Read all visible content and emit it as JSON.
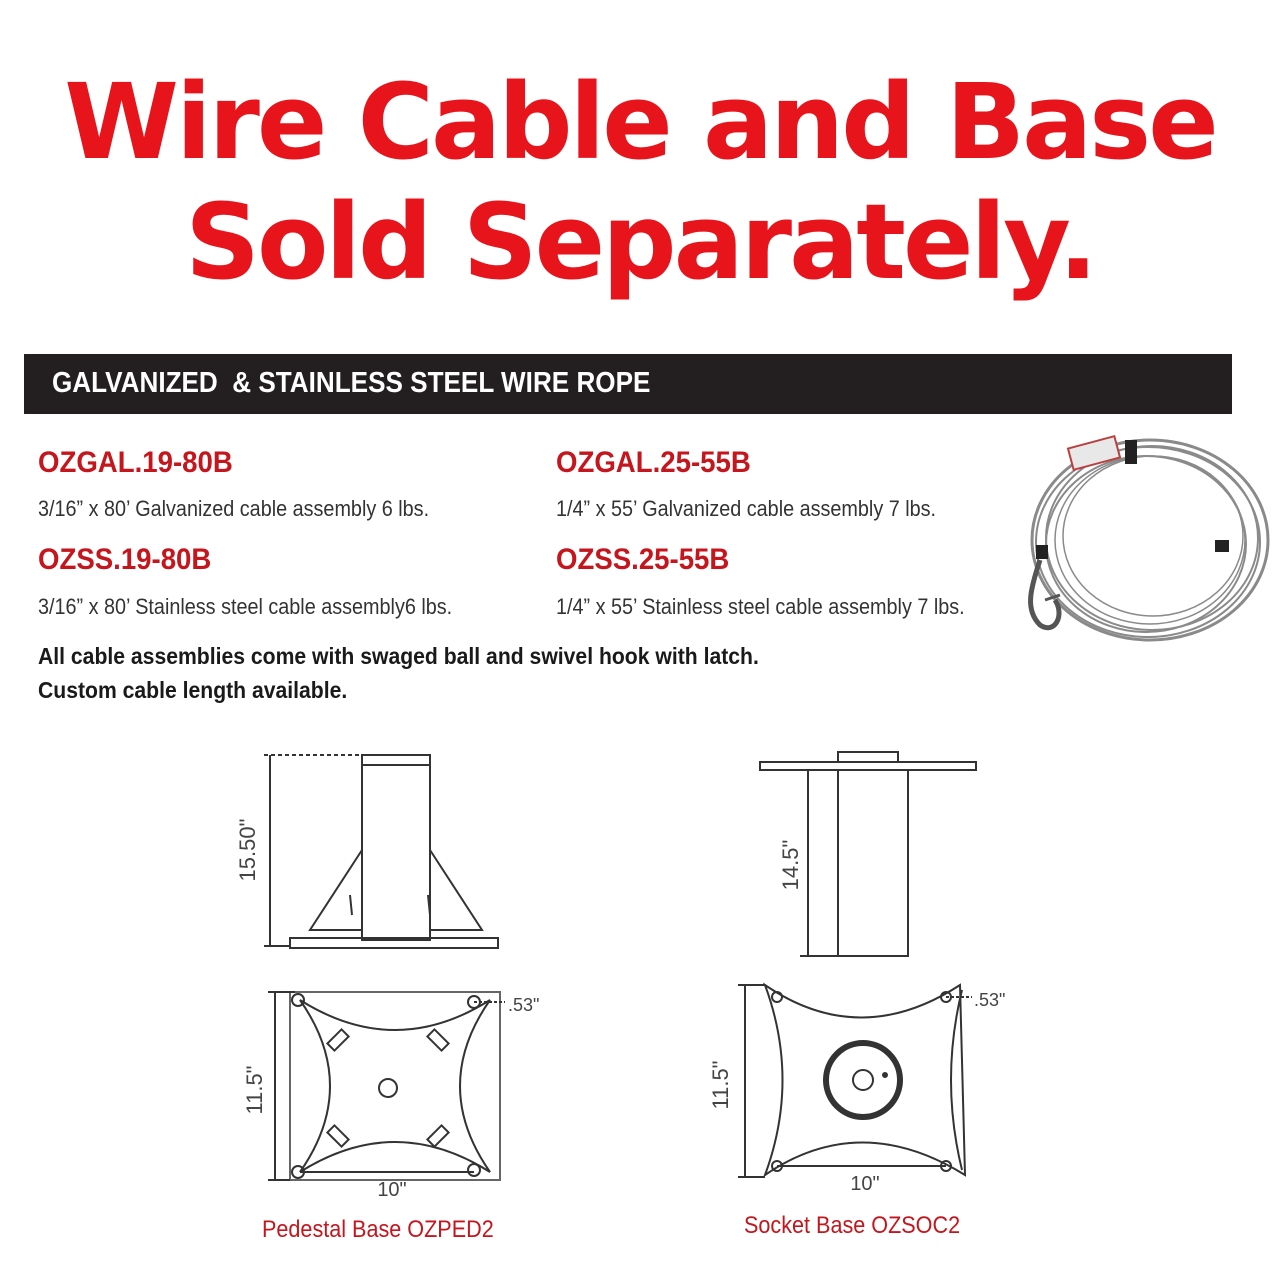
{
  "headline": {
    "line1": "Wire Cable and Base",
    "line2": "Sold Separately.",
    "color": "#e8141b"
  },
  "section": {
    "title": "GALVANIZED  & STAINLESS STEEL WIRE ROPE"
  },
  "products": [
    {
      "code": "OZGAL.19-80B",
      "desc": "3/16” x 80’ Galvanized cable assembly 6 lbs."
    },
    {
      "code": "OZGAL.25-55B",
      "desc": "1/4” x 55’ Galvanized cable assembly 7 lbs."
    },
    {
      "code": "OZSS.19-80B",
      "desc": "3/16” x 80’ Stainless steel cable assembly6 lbs."
    },
    {
      "code": "OZSS.25-55B",
      "desc": "1/4” x 55’ Stainless steel cable assembly 7 lbs."
    }
  ],
  "notes": {
    "line1": "All cable assemblies come with swaged ball and swivel hook with latch.",
    "line2": "Custom cable length available."
  },
  "diagrams": {
    "pedestal": {
      "height_label": "15.50\"",
      "plate_height_label": "11.5\"",
      "plate_width_label": "10\"",
      "hole_label": ".53\"",
      "caption": "Pedestal Base OZPED2"
    },
    "socket": {
      "height_label": "14.5\"",
      "plate_height_label": "11.5\"",
      "plate_width_label": "10\"",
      "hole_label": ".53\"",
      "caption": "Socket Base OZSOC2"
    }
  },
  "colors": {
    "product_code": "#c4161c",
    "header_bar": "#231f20"
  }
}
